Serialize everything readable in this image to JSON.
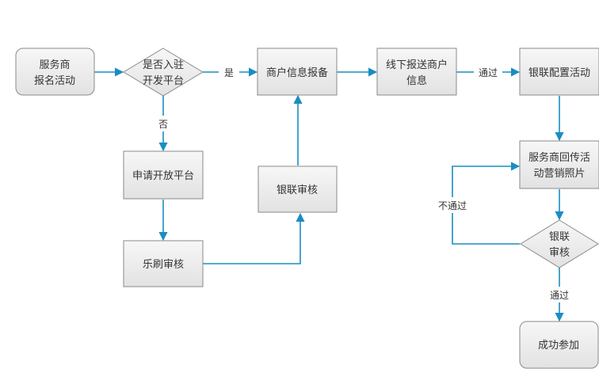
{
  "colors": {
    "connector": "#1a8dc2",
    "box_border": "#8a8a8a",
    "text": "#333333"
  },
  "nodes": {
    "provider_signup": [
      "服务商",
      "报名活动"
    ],
    "is_platform": [
      "是否入驻",
      "开发平台"
    ],
    "merchant_report": "商户信息报备",
    "offline_report": [
      "线下报送商户",
      "信息"
    ],
    "unionpay_config": "银联配置活动",
    "apply_platform": "申请开放平台",
    "unionpay_review_1": "银联审核",
    "leshua_review": "乐刷审核",
    "provider_upload": [
      "服务商回传活",
      "动营销照片"
    ],
    "unionpay_review_2": [
      "银联",
      "审核"
    ],
    "join_success": "成功参加"
  },
  "edges": {
    "yes": "是",
    "no": "否",
    "pass_1": "通过",
    "not_pass": "不通过",
    "pass_2": "通过"
  }
}
